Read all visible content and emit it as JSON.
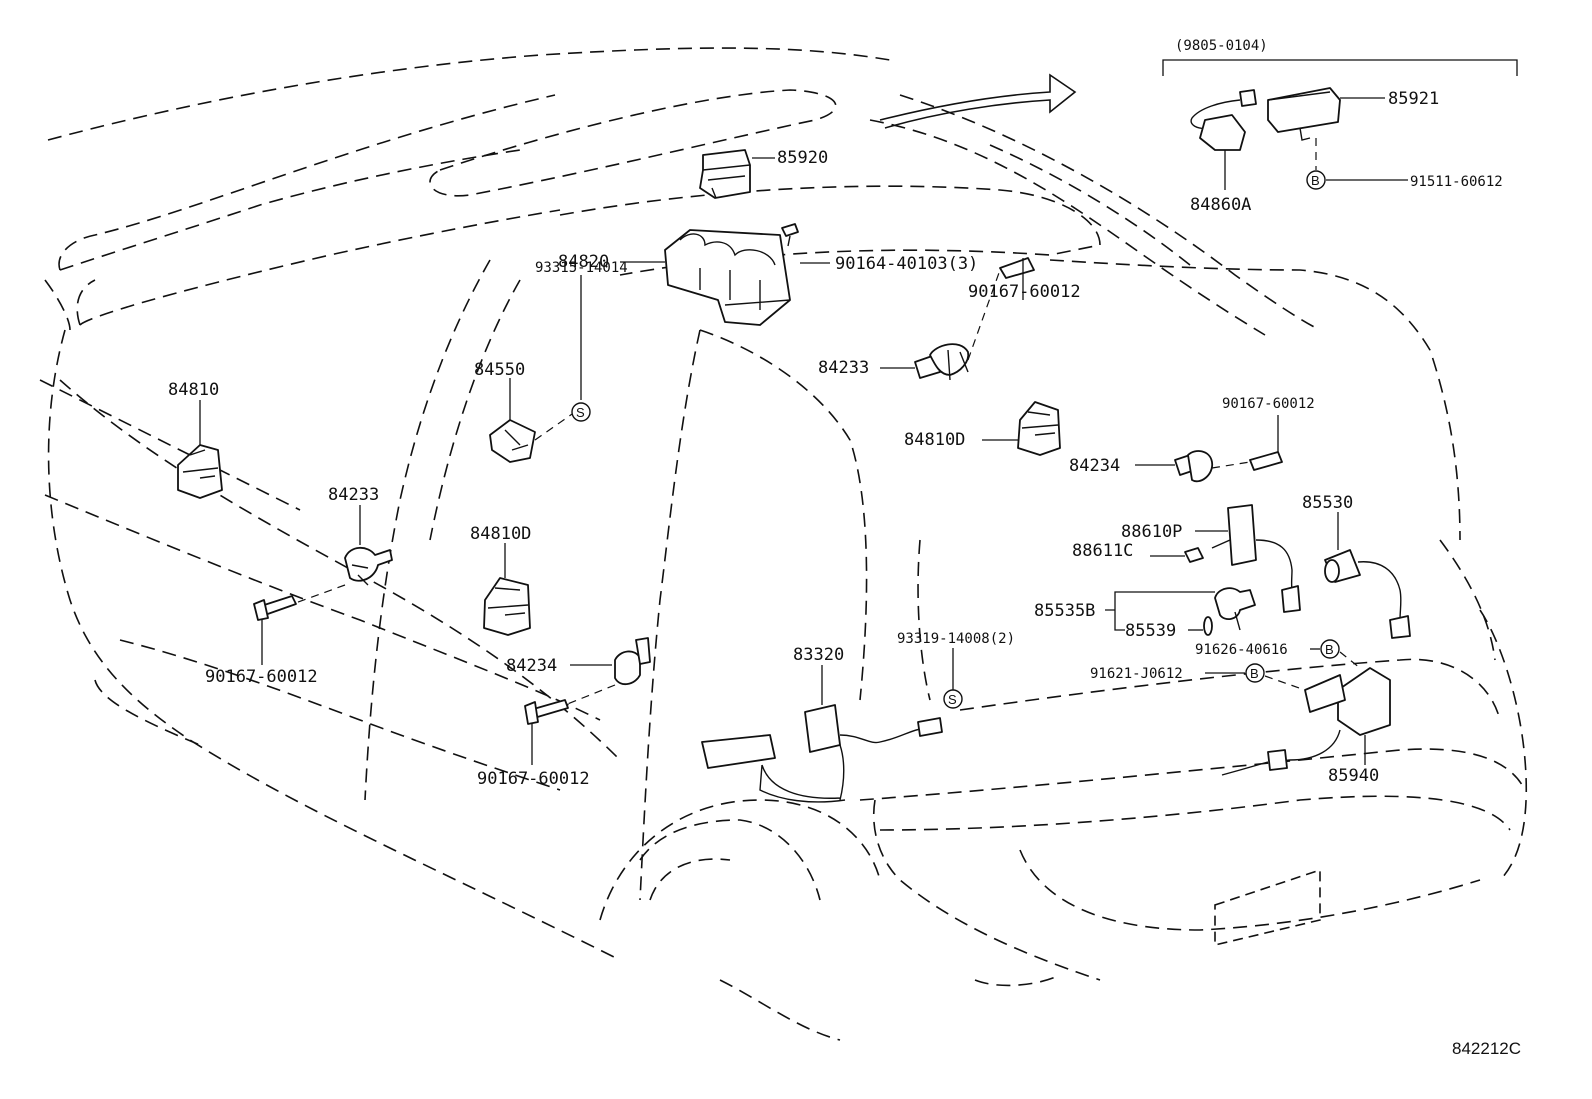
{
  "diagram": {
    "figure_code": "842212C",
    "bracket_note": "(9805-0104)",
    "marks": {
      "s": "S",
      "b": "B"
    },
    "labels": {
      "p85920": "85920",
      "p84820": "84820",
      "p90164_40103": "90164-40103(3)",
      "p90167_60012_a": "90167-60012",
      "p84233_a": "84233",
      "p84810": "84810",
      "p84550": "84550",
      "p93315_14014": "93315-14014",
      "p84233_b": "84233",
      "p84810D_a": "84810D",
      "p84810D_b": "84810D",
      "p90167_60012_b": "90167-60012",
      "p90167_60012_c": "90167-60012",
      "p84234_a": "84234",
      "p84234_b": "84234",
      "p90167_60012_d": "90167-60012",
      "p83320": "83320",
      "p93319_14008": "93319-14008(2)",
      "p88610P": "88610P",
      "p88611C": "88611C",
      "p85530": "85530",
      "p85535B": "85535B",
      "p85539": "85539",
      "p91626_40616": "91626-40616",
      "p91621_J0612": "91621-J0612",
      "p85940": "85940",
      "p85921": "85921",
      "p84860A": "84860A",
      "p91511_60612": "91511-60612"
    }
  }
}
